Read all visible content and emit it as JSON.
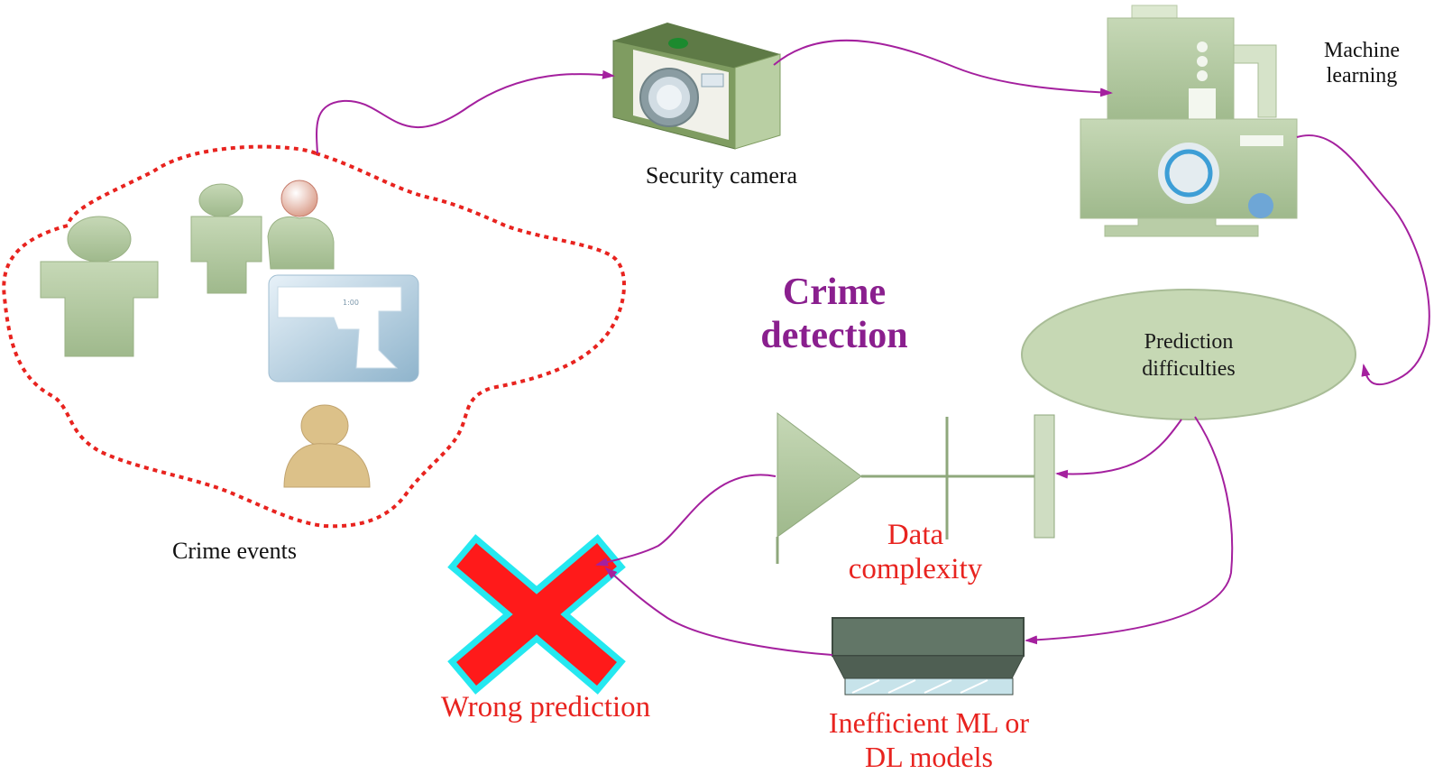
{
  "title": "Crime detection",
  "nodes": {
    "crime_events": "Crime events",
    "security_camera": "Security camera",
    "machine_learning": [
      "Machine",
      "learning"
    ],
    "prediction_difficulties": [
      "Prediction",
      "difficulties"
    ],
    "data_complexity": [
      "Data",
      "complexity"
    ],
    "inefficient_models": [
      "Inefficient ML or",
      "DL models"
    ],
    "wrong_prediction": "Wrong prediction"
  },
  "icons": {
    "people": "people-icon",
    "gun": "gun-icon",
    "camera": "camera-icon",
    "ml_device": "machine-icon",
    "data_antenna": "antenna-icon",
    "model_box": "server-icon",
    "wrong": "red-cross-icon"
  },
  "colors": {
    "arrow": "#a4209e",
    "boundary": "#e8231f",
    "icon_green": "#9db88a",
    "title": "#8a1f8e",
    "red_text": "#e8231f",
    "cross_fill": "#ff1a1a",
    "cross_outline": "#25e8f0"
  }
}
